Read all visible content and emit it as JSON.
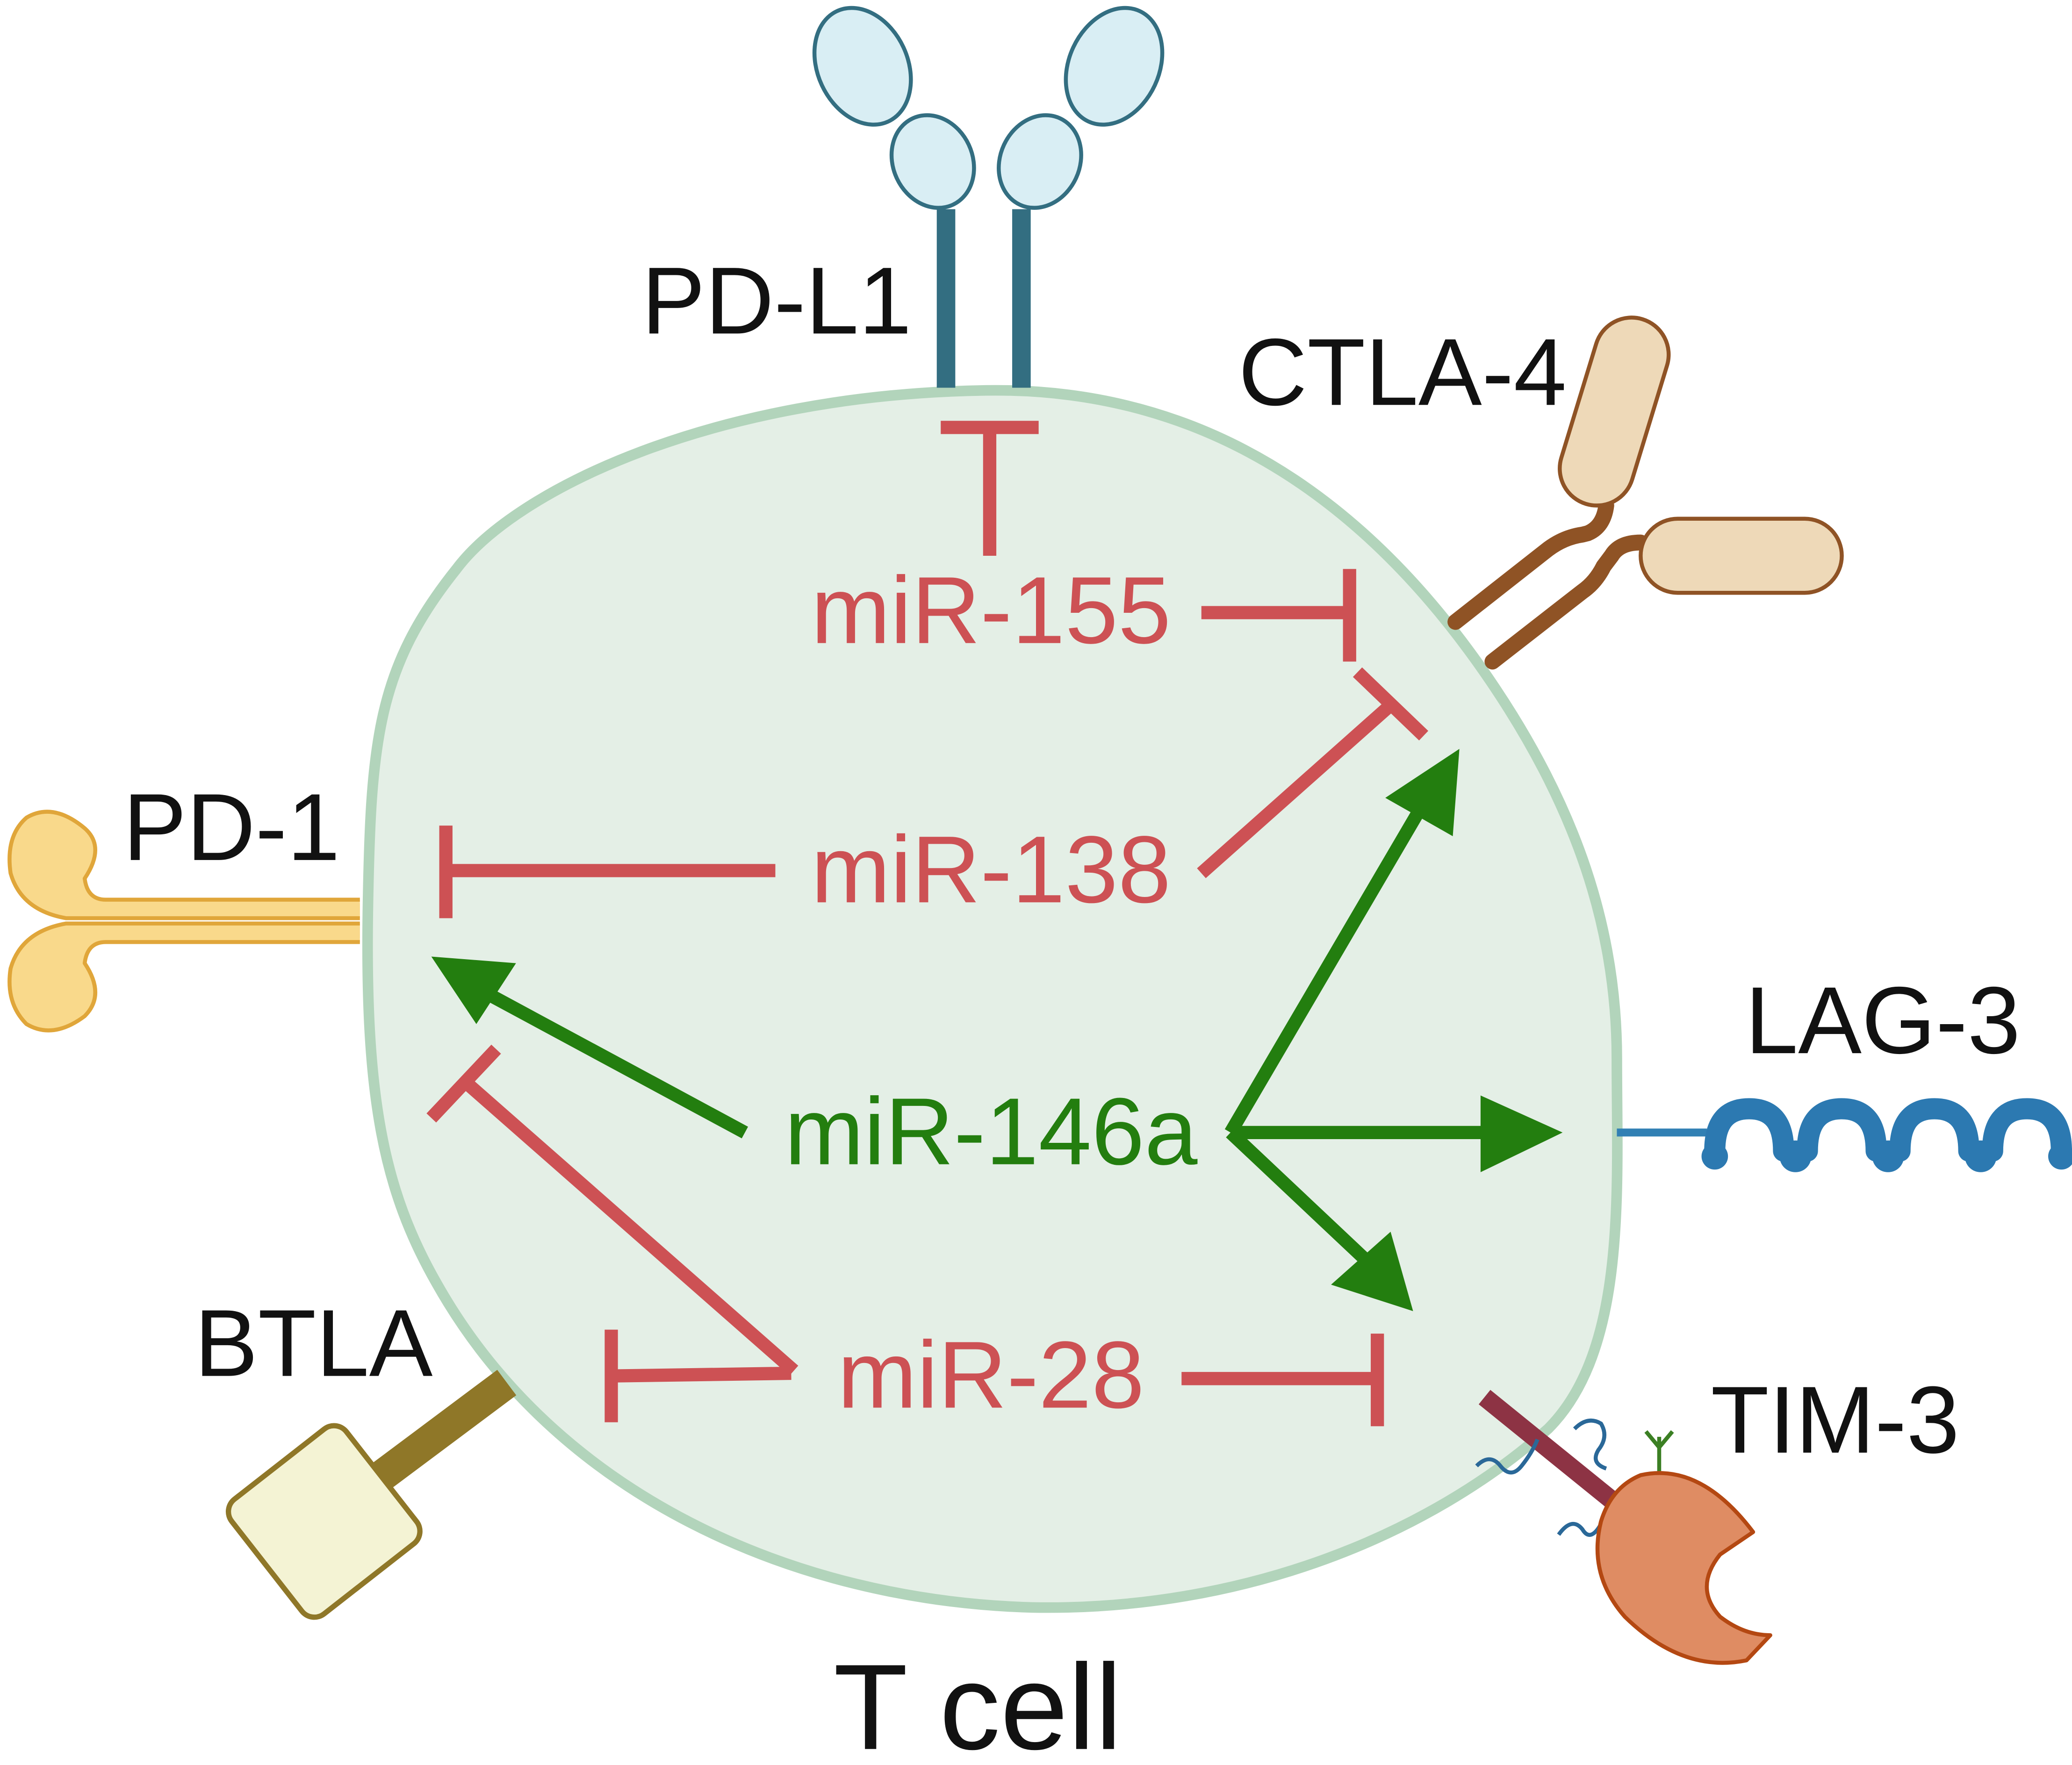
{
  "cell": {
    "label": "T cell"
  },
  "receptors": {
    "pd_l1": "PD-L1",
    "ctla_4": "CTLA-4",
    "pd_1": "PD-1",
    "lag_3": "LAG-3",
    "btla": "BTLA",
    "tim_3": "TIM-3"
  },
  "mirnas": {
    "mir_155": "miR-155",
    "mir_138": "miR-138",
    "mir_146a": "miR-146a",
    "mir_28": "miR-28"
  },
  "colors": {
    "inhibition": "#cd5154",
    "activation": "#237e0f",
    "cell_fill": "#e4efe6",
    "cell_border": "#b2d4bb"
  },
  "legend_semantics": {
    "arrow": "activation",
    "t_bar": "inhibition"
  }
}
